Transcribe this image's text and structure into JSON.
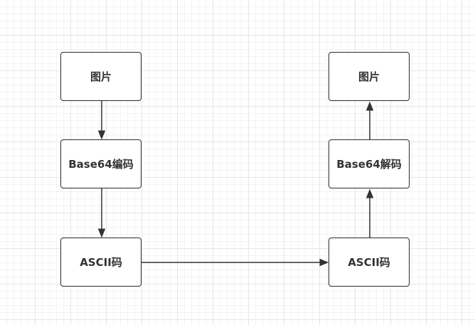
{
  "diagram": {
    "nodes": [
      {
        "id": "img_left",
        "label": "图片"
      },
      {
        "id": "b64_encode",
        "label": "Base64编码"
      },
      {
        "id": "ascii_left",
        "label": "ASCII码"
      },
      {
        "id": "ascii_right",
        "label": "ASCII码"
      },
      {
        "id": "b64_decode",
        "label": "Base64解码"
      },
      {
        "id": "img_right",
        "label": "图片"
      }
    ],
    "edges": [
      {
        "from": "img_left",
        "to": "b64_encode"
      },
      {
        "from": "b64_encode",
        "to": "ascii_left"
      },
      {
        "from": "ascii_left",
        "to": "ascii_right"
      },
      {
        "from": "ascii_right",
        "to": "b64_decode"
      },
      {
        "from": "b64_decode",
        "to": "img_right"
      }
    ],
    "colors": {
      "node_border": "#2b2b2b",
      "node_fill": "#ffffff",
      "text": "#333333",
      "arrow": "#333333",
      "grid": "#e6e6e6"
    }
  }
}
